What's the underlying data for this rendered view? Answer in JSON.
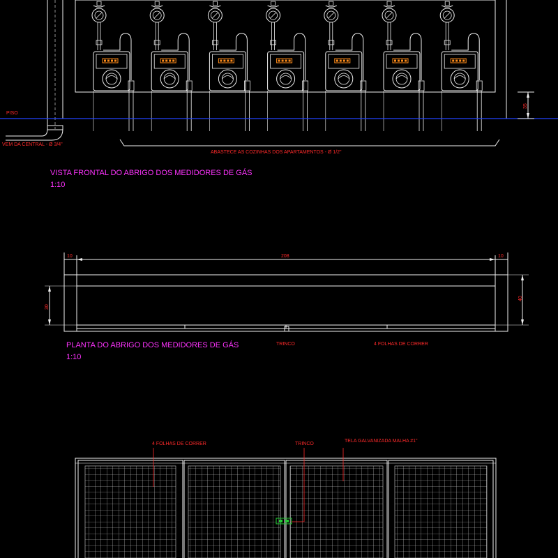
{
  "colors": {
    "background": "#000000",
    "outline": "#f2f2f2",
    "annotation": "#ff2a2a",
    "title": "#ff33ff",
    "floor_line": "#2244ff",
    "meter_display": "#ff8c1a",
    "mesh": "#d8d8d8",
    "latch": "#22cc33"
  },
  "elevation": {
    "floor_label": "PISO",
    "inlet_label": "VEM DA CENTRAL - Ø 3/4\"",
    "outlet_label": "ABASTECE AS COZINHAS DOS APARTAMENTOS - Ø 1/2\"",
    "height_dim": "35",
    "meter_count": 7,
    "title": "VISTA FRONTAL DO ABRIGO DOS MEDIDORES DE GÁS",
    "scale": "1:10"
  },
  "plan": {
    "dim_left": "10",
    "dim_total": "208",
    "dim_right": "10",
    "dim_inner_depth": "30",
    "dim_outer_depth": "40",
    "latch_label": "TRINCO",
    "doors_label": "4 FOLHAS DE CORRER",
    "title": "PLANTA DO ABRIGO DOS MEDIDORES DE GÁS",
    "scale": "1:10"
  },
  "front": {
    "doors_label": "4 FOLHAS DE CORRER",
    "latch_label": "TRINCO",
    "mesh_label": "TELA GALVANIZADA MALHA #1\"",
    "door_panels": 4
  }
}
